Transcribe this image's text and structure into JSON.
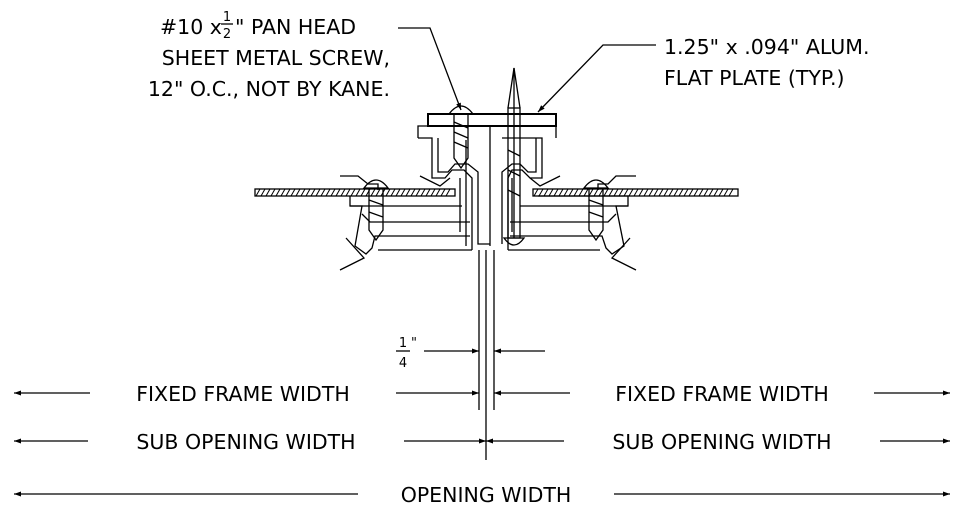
{
  "callouts": {
    "screw": {
      "line1_prefix": "#10 x ",
      "frac_num": "1",
      "frac_den": "2",
      "line1_suffix": "\" PAN HEAD",
      "line2": "SHEET METAL SCREW,",
      "line3": "12\" O.C., NOT BY KANE."
    },
    "plate": {
      "line1": "1.25\" x .094\" ALUM.",
      "line2": "FLAT PLATE (TYP.)"
    }
  },
  "gap": {
    "frac_num": "1",
    "frac_den": "4",
    "mark": "\""
  },
  "dimensions": {
    "fixed_frame_left": "FIXED FRAME WIDTH",
    "fixed_frame_right": "FIXED FRAME WIDTH",
    "sub_opening_left": "SUB OPENING WIDTH",
    "sub_opening_right": "SUB OPENING WIDTH",
    "opening": "OPENING WIDTH"
  }
}
